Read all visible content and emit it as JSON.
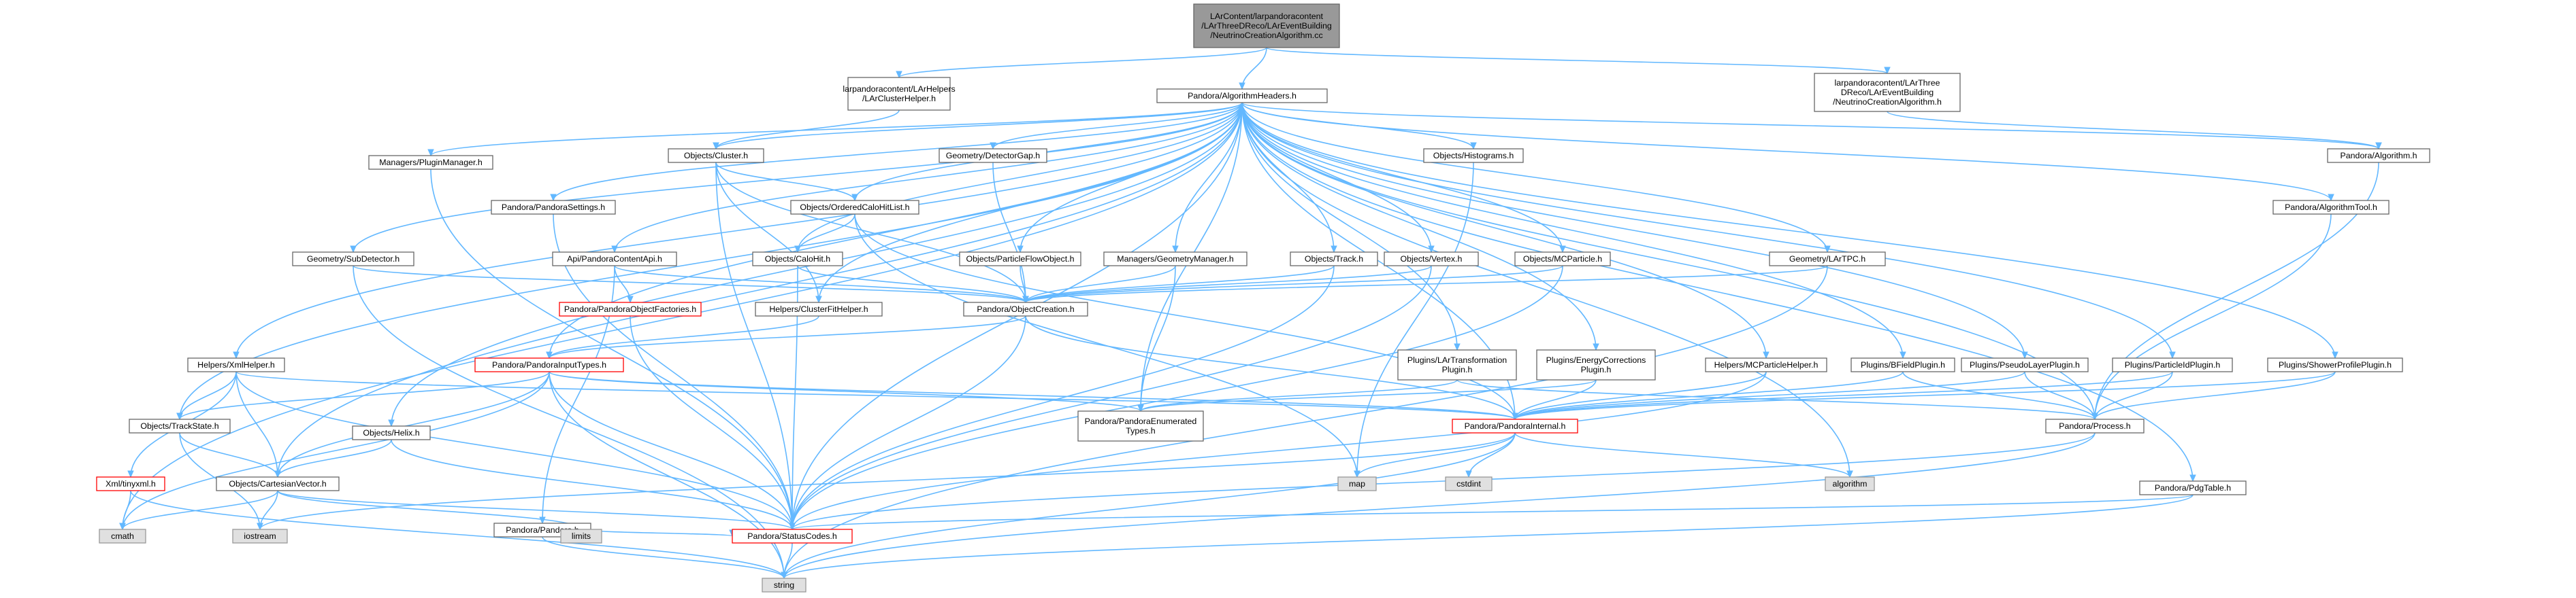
{
  "colors": {
    "edge": "#63b8ff",
    "node_fill": "#ffffff",
    "node_border": "#666666",
    "root_fill": "#999999",
    "root_border": "#666666",
    "external_fill": "#e0e0e0",
    "external_border": "#999999",
    "incomplete_border": "#ff0000",
    "text": "#000000"
  },
  "nodes": [
    {
      "id": "root",
      "lines": [
        "LArContent/larpandoracontent",
        "/LArThreeDReco/LArEventBuilding",
        "/NeutrinoCreationAlgorithm.cc"
      ],
      "kind": "root"
    },
    {
      "id": "clusterhelper",
      "lines": [
        "larpandoracontent/LArHelpers",
        "/LArClusterHelper.h"
      ],
      "kind": "normal"
    },
    {
      "id": "algheaders",
      "lines": [
        "Pandora/AlgorithmHeaders.h"
      ],
      "kind": "normal"
    },
    {
      "id": "neutrinoh",
      "lines": [
        "larpandoracontent/LArThree",
        "DReco/LArEventBuilding",
        "/NeutrinoCreationAlgorithm.h"
      ],
      "kind": "normal"
    },
    {
      "id": "cluster",
      "lines": [
        "Objects/Cluster.h"
      ],
      "kind": "normal"
    },
    {
      "id": "detectorgap",
      "lines": [
        "Geometry/DetectorGap.h"
      ],
      "kind": "normal"
    },
    {
      "id": "histograms",
      "lines": [
        "Objects/Histograms.h"
      ],
      "kind": "normal"
    },
    {
      "id": "algorithm",
      "lines": [
        "Pandora/Algorithm.h"
      ],
      "kind": "normal"
    },
    {
      "id": "pluginmanager",
      "lines": [
        "Managers/PluginManager.h"
      ],
      "kind": "normal"
    },
    {
      "id": "pandorasettings",
      "lines": [
        "Pandora/PandoraSettings.h"
      ],
      "kind": "normal"
    },
    {
      "id": "orderedcalohit",
      "lines": [
        "Objects/OrderedCaloHitList.h"
      ],
      "kind": "normal"
    },
    {
      "id": "algorithmtool",
      "lines": [
        "Pandora/AlgorithmTool.h"
      ],
      "kind": "normal"
    },
    {
      "id": "subdetector",
      "lines": [
        "Geometry/SubDetector.h"
      ],
      "kind": "normal"
    },
    {
      "id": "contentapi",
      "lines": [
        "Api/PandoraContentApi.h"
      ],
      "kind": "normal"
    },
    {
      "id": "calohit",
      "lines": [
        "Objects/CaloHit.h"
      ],
      "kind": "normal"
    },
    {
      "id": "pfo",
      "lines": [
        "Objects/ParticleFlowObject.h"
      ],
      "kind": "normal"
    },
    {
      "id": "geommanager",
      "lines": [
        "Managers/GeometryManager.h"
      ],
      "kind": "normal"
    },
    {
      "id": "track",
      "lines": [
        "Objects/Track.h"
      ],
      "kind": "normal"
    },
    {
      "id": "vertex",
      "lines": [
        "Objects/Vertex.h"
      ],
      "kind": "normal"
    },
    {
      "id": "mcparticle",
      "lines": [
        "Objects/MCParticle.h"
      ],
      "kind": "normal"
    },
    {
      "id": "lartpc",
      "lines": [
        "Geometry/LArTPC.h"
      ],
      "kind": "normal"
    },
    {
      "id": "objectfactories",
      "lines": [
        "Pandora/PandoraObjectFactories.h"
      ],
      "kind": "incomplete"
    },
    {
      "id": "clusterfithelper",
      "lines": [
        "Helpers/ClusterFitHelper.h"
      ],
      "kind": "normal"
    },
    {
      "id": "objectcreation",
      "lines": [
        "Pandora/ObjectCreation.h"
      ],
      "kind": "normal"
    },
    {
      "id": "xmlhelper",
      "lines": [
        "Helpers/XmlHelper.h"
      ],
      "kind": "normal"
    },
    {
      "id": "inputtypes",
      "lines": [
        "Pandora/PandoraInputTypes.h"
      ],
      "kind": "incomplete"
    },
    {
      "id": "lartransform",
      "lines": [
        "Plugins/LArTransformation",
        "Plugin.h"
      ],
      "kind": "normal"
    },
    {
      "id": "energycorr",
      "lines": [
        "Plugins/EnergyCorrections",
        "Plugin.h"
      ],
      "kind": "normal"
    },
    {
      "id": "mcparticlehelper",
      "lines": [
        "Helpers/MCParticleHelper.h"
      ],
      "kind": "normal"
    },
    {
      "id": "bfield",
      "lines": [
        "Plugins/BFieldPlugin.h"
      ],
      "kind": "normal"
    },
    {
      "id": "pseudolayer",
      "lines": [
        "Plugins/PseudoLayerPlugin.h"
      ],
      "kind": "normal"
    },
    {
      "id": "particleid",
      "lines": [
        "Plugins/ParticleIdPlugin.h"
      ],
      "kind": "normal"
    },
    {
      "id": "showerprofile",
      "lines": [
        "Plugins/ShowerProfilePlugin.h"
      ],
      "kind": "normal"
    },
    {
      "id": "trackstate",
      "lines": [
        "Objects/TrackState.h"
      ],
      "kind": "normal"
    },
    {
      "id": "enumerated",
      "lines": [
        "Pandora/PandoraEnumerated",
        "Types.h"
      ],
      "kind": "normal"
    },
    {
      "id": "internal",
      "lines": [
        "Pandora/PandoraInternal.h"
      ],
      "kind": "incomplete"
    },
    {
      "id": "process",
      "lines": [
        "Pandora/Process.h"
      ],
      "kind": "normal"
    },
    {
      "id": "helix",
      "lines": [
        "Objects/Helix.h"
      ],
      "kind": "normal"
    },
    {
      "id": "tinyxml",
      "lines": [
        "Xml/tinyxml.h"
      ],
      "kind": "incomplete"
    },
    {
      "id": "cartesian",
      "lines": [
        "Objects/CartesianVector.h"
      ],
      "kind": "normal"
    },
    {
      "id": "map",
      "lines": [
        "map"
      ],
      "kind": "external"
    },
    {
      "id": "cstdint",
      "lines": [
        "cstdint"
      ],
      "kind": "external"
    },
    {
      "id": "algorithmstd",
      "lines": [
        "algorithm"
      ],
      "kind": "external"
    },
    {
      "id": "pandora",
      "lines": [
        "Pandora/Pandora.h"
      ],
      "kind": "normal"
    },
    {
      "id": "fdgtable",
      "lines": [
        "Pandora/PdgTable.h"
      ],
      "kind": "normal"
    },
    {
      "id": "cmath",
      "lines": [
        "cmath"
      ],
      "kind": "external"
    },
    {
      "id": "iostream",
      "lines": [
        "iostream"
      ],
      "kind": "external"
    },
    {
      "id": "limits",
      "lines": [
        "limits"
      ],
      "kind": "external"
    },
    {
      "id": "statuscodes",
      "lines": [
        "Pandora/StatusCodes.h"
      ],
      "kind": "incomplete"
    },
    {
      "id": "string",
      "lines": [
        "string"
      ],
      "kind": "external"
    }
  ],
  "edges": [
    [
      "root",
      "clusterhelper"
    ],
    [
      "root",
      "algheaders"
    ],
    [
      "root",
      "neutrinoh"
    ],
    [
      "clusterhelper",
      "cluster"
    ],
    [
      "algheaders",
      "cluster"
    ],
    [
      "algheaders",
      "detectorgap"
    ],
    [
      "algheaders",
      "histograms"
    ],
    [
      "algheaders",
      "algorithm"
    ],
    [
      "algheaders",
      "pluginmanager"
    ],
    [
      "algheaders",
      "pandorasettings"
    ],
    [
      "algheaders",
      "orderedcalohit"
    ],
    [
      "algheaders",
      "algorithmtool"
    ],
    [
      "algheaders",
      "subdetector"
    ],
    [
      "algheaders",
      "contentapi"
    ],
    [
      "algheaders",
      "calohit"
    ],
    [
      "algheaders",
      "pfo"
    ],
    [
      "algheaders",
      "geommanager"
    ],
    [
      "algheaders",
      "track"
    ],
    [
      "algheaders",
      "vertex"
    ],
    [
      "algheaders",
      "mcparticle"
    ],
    [
      "algheaders",
      "lartpc"
    ],
    [
      "algheaders",
      "clusterfithelper"
    ],
    [
      "algheaders",
      "xmlhelper"
    ],
    [
      "algheaders",
      "inputtypes"
    ],
    [
      "algheaders",
      "lartransform"
    ],
    [
      "algheaders",
      "energycorr"
    ],
    [
      "algheaders",
      "mcparticlehelper"
    ],
    [
      "algheaders",
      "bfield"
    ],
    [
      "algheaders",
      "pseudolayer"
    ],
    [
      "algheaders",
      "particleid"
    ],
    [
      "algheaders",
      "showerprofile"
    ],
    [
      "algheaders",
      "trackstate"
    ],
    [
      "algheaders",
      "enumerated"
    ],
    [
      "algheaders",
      "internal"
    ],
    [
      "algheaders",
      "process"
    ],
    [
      "algheaders",
      "helix"
    ],
    [
      "algheaders",
      "cartesian"
    ],
    [
      "algheaders",
      "fdgtable"
    ],
    [
      "algheaders",
      "cmath"
    ],
    [
      "algheaders",
      "statuscodes"
    ],
    [
      "algheaders",
      "algorithmstd"
    ],
    [
      "neutrinoh",
      "algorithm"
    ],
    [
      "cluster",
      "orderedcalohit"
    ],
    [
      "cluster",
      "objectcreation"
    ],
    [
      "cluster",
      "clusterfithelper"
    ],
    [
      "cluster",
      "statuscodes"
    ],
    [
      "detectorgap",
      "objectcreation"
    ],
    [
      "histograms",
      "map"
    ],
    [
      "algorithm",
      "process"
    ],
    [
      "pluginmanager",
      "statuscodes"
    ],
    [
      "pandorasettings",
      "statuscodes"
    ],
    [
      "orderedcalohit",
      "calohit"
    ],
    [
      "orderedcalohit",
      "map"
    ],
    [
      "orderedcalohit",
      "internal"
    ],
    [
      "algorithmtool",
      "process"
    ],
    [
      "subdetector",
      "objectcreation"
    ],
    [
      "subdetector",
      "string"
    ],
    [
      "contentapi",
      "objectfactories"
    ],
    [
      "contentapi",
      "objectcreation"
    ],
    [
      "contentapi",
      "pandora"
    ],
    [
      "calohit",
      "objectcreation"
    ],
    [
      "calohit",
      "statuscodes"
    ],
    [
      "pfo",
      "objectcreation"
    ],
    [
      "geommanager",
      "objectcreation"
    ],
    [
      "geommanager",
      "enumerated"
    ],
    [
      "track",
      "objectcreation"
    ],
    [
      "track",
      "statuscodes"
    ],
    [
      "vertex",
      "objectcreation"
    ],
    [
      "vertex",
      "statuscodes"
    ],
    [
      "mcparticle",
      "objectcreation"
    ],
    [
      "mcparticle",
      "statuscodes"
    ],
    [
      "lartpc",
      "objectcreation"
    ],
    [
      "lartpc",
      "string"
    ],
    [
      "objectfactories",
      "statuscodes"
    ],
    [
      "clusterfithelper",
      "inputtypes"
    ],
    [
      "objectcreation",
      "inputtypes"
    ],
    [
      "objectcreation",
      "internal"
    ],
    [
      "objectcreation",
      "statuscodes"
    ],
    [
      "xmlhelper",
      "trackstate"
    ],
    [
      "xmlhelper",
      "cartesian"
    ],
    [
      "xmlhelper",
      "tinyxml"
    ],
    [
      "xmlhelper",
      "internal"
    ],
    [
      "xmlhelper",
      "statuscodes"
    ],
    [
      "inputtypes",
      "trackstate"
    ],
    [
      "inputtypes",
      "enumerated"
    ],
    [
      "inputtypes",
      "internal"
    ],
    [
      "inputtypes",
      "cartesian"
    ],
    [
      "inputtypes",
      "statuscodes"
    ],
    [
      "inputtypes",
      "string"
    ],
    [
      "inputtypes",
      "cmath"
    ],
    [
      "lartransform",
      "enumerated"
    ],
    [
      "lartransform",
      "process"
    ],
    [
      "energycorr",
      "internal"
    ],
    [
      "energycorr",
      "enumerated"
    ],
    [
      "mcparticlehelper",
      "internal"
    ],
    [
      "mcparticlehelper",
      "statuscodes"
    ],
    [
      "bfield",
      "internal"
    ],
    [
      "bfield",
      "process"
    ],
    [
      "pseudolayer",
      "internal"
    ],
    [
      "pseudolayer",
      "process"
    ],
    [
      "particleid",
      "internal"
    ],
    [
      "particleid",
      "process"
    ],
    [
      "showerprofile",
      "internal"
    ],
    [
      "showerprofile",
      "process"
    ],
    [
      "trackstate",
      "cartesian"
    ],
    [
      "trackstate",
      "iostream"
    ],
    [
      "internal",
      "map"
    ],
    [
      "internal",
      "cstdint"
    ],
    [
      "internal",
      "algorithmstd"
    ],
    [
      "internal",
      "string"
    ],
    [
      "internal",
      "iostream"
    ],
    [
      "process",
      "statuscodes"
    ],
    [
      "process",
      "string"
    ],
    [
      "helix",
      "cartesian"
    ],
    [
      "helix",
      "statuscodes"
    ],
    [
      "tinyxml",
      "cmath"
    ],
    [
      "tinyxml",
      "string"
    ],
    [
      "cartesian",
      "cmath"
    ],
    [
      "cartesian",
      "iostream"
    ],
    [
      "cartesian",
      "limits"
    ],
    [
      "cartesian",
      "statuscodes"
    ],
    [
      "pandora",
      "statuscodes"
    ],
    [
      "pandora",
      "string"
    ],
    [
      "fdgtable",
      "statuscodes"
    ],
    [
      "fdgtable",
      "string"
    ],
    [
      "statuscodes",
      "string"
    ]
  ]
}
